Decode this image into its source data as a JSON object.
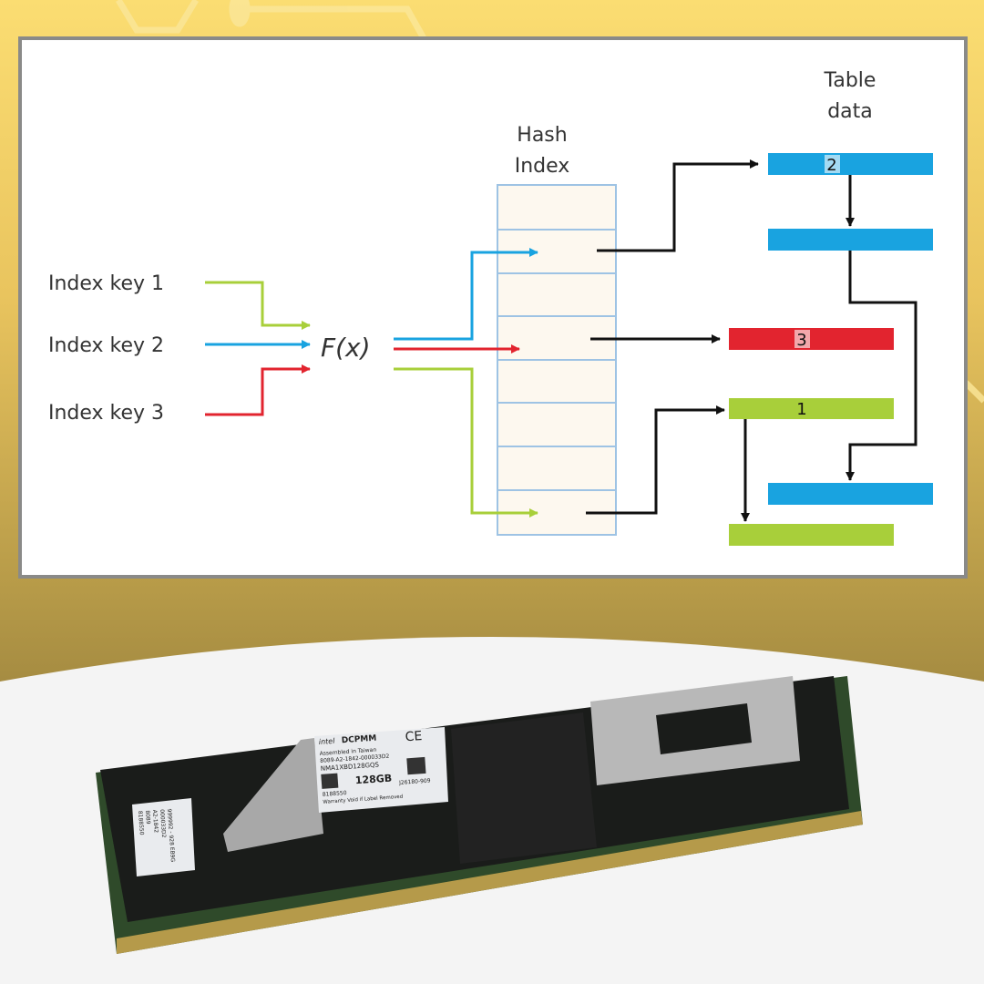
{
  "diagram": {
    "hash_index_title": [
      "Hash",
      "Index"
    ],
    "table_data_title": [
      "Table",
      "data"
    ],
    "function_label": "F(x)",
    "index_keys": [
      "Index key 1",
      "Index key 2",
      "Index key 3"
    ],
    "bar_numbers": [
      "2",
      "3",
      "1"
    ],
    "colors": {
      "green": "#a8cf3a",
      "blue": "#19a3e0",
      "red": "#e2242f",
      "black": "#111111",
      "hash_border": "#9ec3e4",
      "hash_fill": "#fdf8ef"
    }
  },
  "module_label": {
    "brand": "intel",
    "product": "DCPMM",
    "ce_mark": "CE",
    "assembled": "Assembled in Taiwan",
    "serial": "8089-A2-1842-000033D2",
    "part_number": "NMA1XBD128GQS",
    "capacity": "128GB",
    "code": "J26180-909",
    "id": "8188550",
    "warranty": "Warranty Void if Label Removed",
    "side_label": [
      "8188550",
      "8089",
      "A2-1842",
      "000033D2",
      "999992 - 928 EB9G"
    ]
  }
}
